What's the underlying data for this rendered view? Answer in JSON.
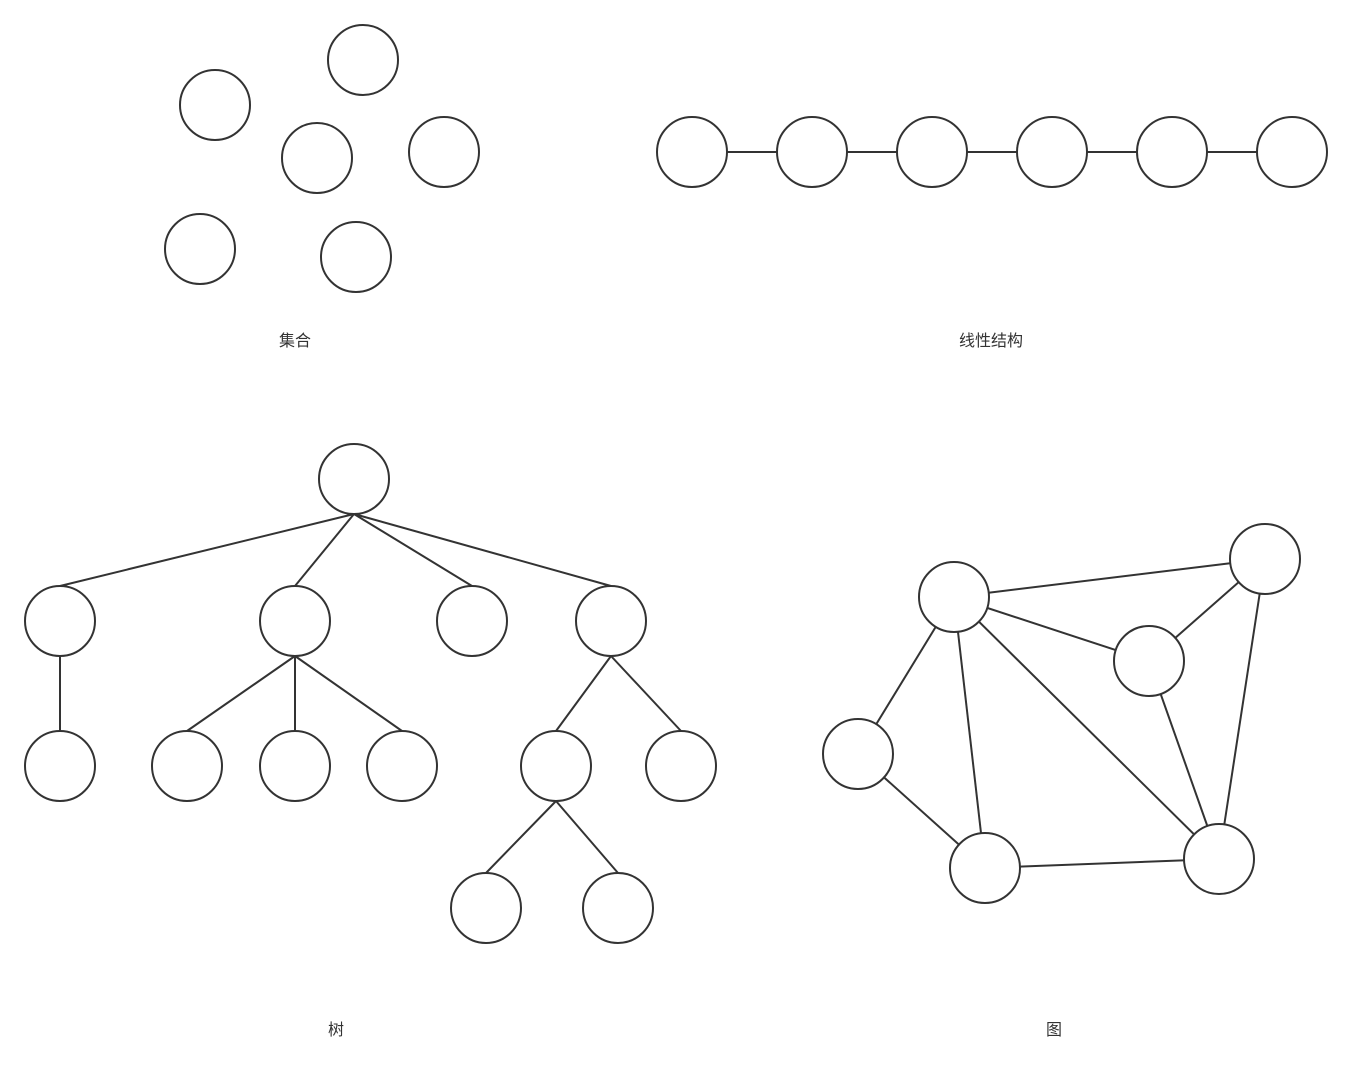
{
  "captions": {
    "set": "集合",
    "linear": "线性结构",
    "tree": "树",
    "graph": "图"
  },
  "colors": {
    "stroke": "#333333",
    "node_fill": "#ffffff",
    "background": "#ffffff"
  }
}
